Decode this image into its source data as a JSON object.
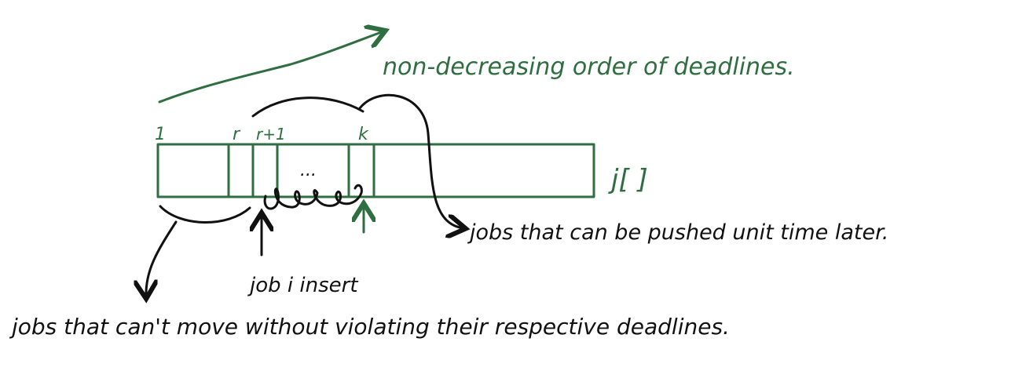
{
  "labels": {
    "order_note": "non-decreasing order of deadlines.",
    "idx_1": "1",
    "idx_r": "r",
    "idx_r1": "r+1",
    "idx_k": "k",
    "ellipsis": "...",
    "array_name": "j[ ]",
    "pushed_note": "jobs that can be pushed unit time later.",
    "insert_note": "job i insert",
    "fixed_note": "jobs that can't move without violating their respective deadlines."
  },
  "colors": {
    "green": "#2e6e40",
    "black": "#111111"
  }
}
